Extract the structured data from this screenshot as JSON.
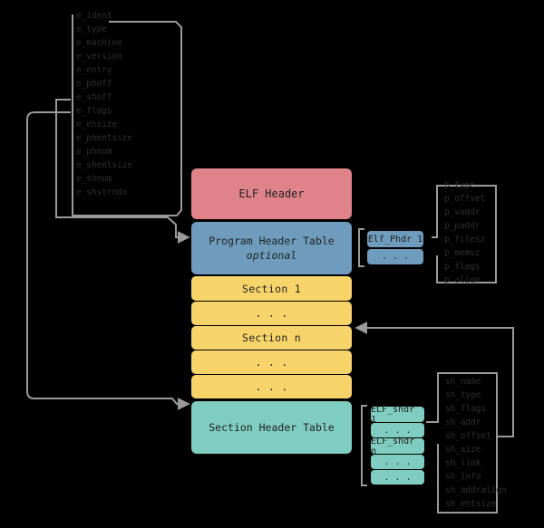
{
  "elf_header_fields": [
    "e_ident",
    "e_type",
    "e_machine",
    "e_version",
    "e_entry",
    "e_phoff",
    "e_shoff",
    "e_flags",
    "e_ehsize",
    "e_phentsize",
    "e_phnum",
    "e_shentsize",
    "e_shnum",
    "e_shstrndx"
  ],
  "phdr_fields": [
    "p_type",
    "p_offset",
    "p_vaddr",
    "p_paddr",
    "p_filesz",
    "p_memsz",
    "p_flags",
    "p_align"
  ],
  "shdr_fields": [
    "sh_name",
    "sh_type",
    "sh_flags",
    "sh_addr",
    "sh_offset",
    "sh_size",
    "sh_link",
    "sh_info",
    "sh_addralign",
    "sh_entsize"
  ],
  "blocks": {
    "elf_header": "ELF Header",
    "pht_title": "Program Header Table",
    "pht_sub": "optional",
    "section_1": "Section 1",
    "dots_1": ". . .",
    "section_n": "Section n",
    "dots_2": ". . .",
    "dots_3": ". . .",
    "sht": "Section Header Table"
  },
  "phdr_entries": {
    "first": "Elf_Phdr 1",
    "more": ". . ."
  },
  "shdr_entries": {
    "first": "ELF_shdr 1",
    "dots_1": ". . .",
    "nth": "ELF_shdr n",
    "dots_2": ". . .",
    "dots_3": ". . ."
  },
  "colors": {
    "elf_header": "#e0828a",
    "pht": "#6f9cbd",
    "section": "#f6d469",
    "sht": "#7fcdc0",
    "line": "#9a9a9a"
  }
}
